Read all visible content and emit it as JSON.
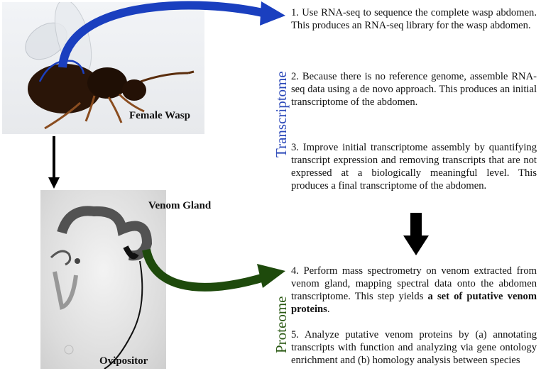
{
  "labels": {
    "female_wasp": "Female Wasp",
    "venom_gland": "Venom Gland",
    "ovipositor": "Ovipositor",
    "transcriptome": "Transcriptome",
    "proteome": "Proteome"
  },
  "steps": [
    {
      "text": "1. Use RNA-seq to sequence the complete wasp abdomen. This produces an RNA-seq library for the wasp abdomen."
    },
    {
      "text": "2. Because there is no reference genome, assemble RNA-seq data using a de novo approach. This produces an initial transcriptome of the abdomen."
    },
    {
      "text": "3. Improve initial transcriptome assembly by quantifying transcript expression and removing transcripts that are not expressed at a biologically meaningful level. This produces a final transcriptome of the abdomen."
    },
    {
      "text_before": "4. Perform mass spectrometry on venom extracted from venom gland, mapping spectral data onto the abdomen transcriptome. This step yields ",
      "text_bold": "a set of putative venom proteins",
      "text_after": "."
    },
    {
      "text": "5. Analyze putative venom proteins by (a) annotating transcripts with function and analyzing via gene ontology enrichment and (b) homology analysis between species"
    }
  ],
  "colors": {
    "blue_arrow": "#1a3fbf",
    "green_arrow": "#1e4a0c",
    "transcriptome_label": "#2a47b8",
    "proteome_label": "#2b5a14",
    "black_arrow": "#000000"
  }
}
